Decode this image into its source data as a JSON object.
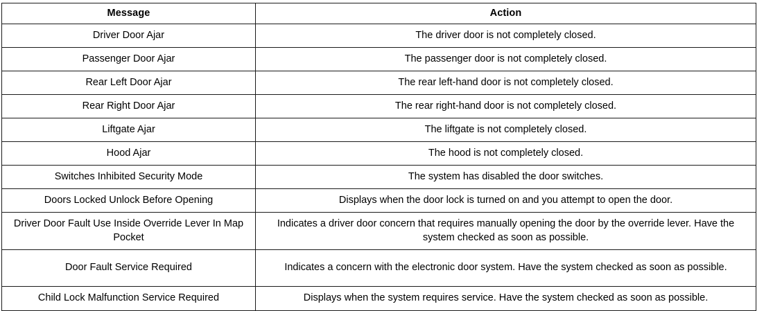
{
  "table": {
    "columns": [
      {
        "key": "message",
        "header": "Message"
      },
      {
        "key": "action",
        "header": "Action"
      }
    ],
    "rows": [
      {
        "message": "Driver Door Ajar",
        "action": "The driver door is not completely closed."
      },
      {
        "message": "Passenger Door Ajar",
        "action": "The passenger door is not completely closed."
      },
      {
        "message": "Rear Left Door Ajar",
        "action": "The rear left-hand door is not completely closed."
      },
      {
        "message": "Rear Right Door Ajar",
        "action": "The rear right-hand door is not completely closed."
      },
      {
        "message": "Liftgate Ajar",
        "action": "The liftgate is not completely closed."
      },
      {
        "message": "Hood Ajar",
        "action": "The hood is not completely closed."
      },
      {
        "message": "Switches Inhibited Security Mode",
        "action": "The system has disabled the door switches."
      },
      {
        "message": "Doors Locked Unlock Before Opening",
        "action": "Displays when the door lock is turned on and you attempt to open the door."
      },
      {
        "message": "Driver Door Fault Use Inside Override Lever In Map Pocket",
        "action": "Indicates a driver door concern that requires manually opening the door by the override lever. Have the system checked as soon as possible."
      },
      {
        "message": "Door Fault Service Required",
        "action": "Indicates a concern with the electronic door system. Have the system checked as soon as possible."
      },
      {
        "message": "Child Lock Malfunction Service Required",
        "action": "Displays when the system requires service. Have the system checked as soon as possible."
      }
    ]
  },
  "colors": {
    "border": "#1a1a1a",
    "text": "#000000",
    "background": "#ffffff"
  }
}
